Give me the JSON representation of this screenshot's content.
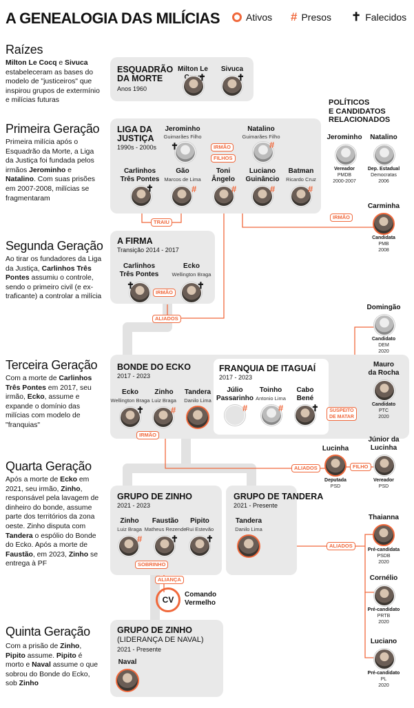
{
  "header": {
    "title": "A GENEALOGIA DAS MILÍCIAS",
    "legend": {
      "ativos": "Ativos",
      "presos": "Presos",
      "falecidos": "Falecidos"
    }
  },
  "colors": {
    "accent": "#f0683b",
    "box": "#e9e9e9"
  },
  "sections": {
    "raizes": {
      "title": "Raízes",
      "d1": "Milton Le Cocq",
      "d2": " e ",
      "d3": "Sivuca",
      "d4": " estabeleceram as bases do modelo de \"justiceiros\" que inspirou grupos de extermínio e milícias futuras"
    },
    "primeira": {
      "title": "Primeira Geração",
      "d1": "Primeira milícia após o Esquadrão da Morte, a Liga da Justiça foi fundada pelos irmãos ",
      "d2": "Jerominho",
      "d3": " e ",
      "d4": "Natalino",
      "d5": ". Com suas prisões em 2007-2008, milícias se fragmentaram"
    },
    "segunda": {
      "title": "Segunda Geração",
      "d1": "Ao tirar os fundadores da Liga da Justiça, ",
      "d2": "Carlinhos Três Pontes",
      "d3": " assumiu o controle, sendo o primeiro civil (e ex-traficante) a controlar a milícia"
    },
    "terceira": {
      "title": "Terceira Geração",
      "d1": "Com a morte de ",
      "d2": "Carlinhos Três Pontes",
      "d3": " em 2017, seu irmão, ",
      "d4": "Ecko",
      "d5": ", assume e expande o domínio das milícias com modelo de \"franquias\""
    },
    "quarta": {
      "title": "Quarta Geração",
      "d1": "Após a morte de ",
      "d2": "Ecko",
      "d3": " em 2021, seu irmão, ",
      "d4": "Zinho",
      "d5": ", responsável pela lavagem de dinheiro do bonde, assume parte dos territórios da zona oeste. Zinho disputa com ",
      "d6": "Tandera",
      "d7": " o espólio do Bonde do Ecko. Após a morte de ",
      "d8": "Faustão",
      "d9": ", em 2023, ",
      "d10": "Zinho",
      "d11": " se entrega à PF"
    },
    "quinta": {
      "title": "Quinta Geração",
      "d1": "Com a prisão de ",
      "d2": "Zinho",
      "d3": ", ",
      "d4": "Pipito",
      "d5": " assume. ",
      "d6": "Pipito",
      "d7": " é morto e ",
      "d8": "Naval",
      "d9": " assume o que sobrou do Bonde do Ecko, sob ",
      "d10": "Zinho"
    }
  },
  "groups": {
    "esquadrao": {
      "name1": "ESQUADRÃO",
      "name2": "DA MORTE",
      "period": "Anos 1960",
      "p1": "Milton Le Cocq",
      "p2": "Sivuca"
    },
    "liga": {
      "name1": "LIGA DA",
      "name2": "JUSTIÇA",
      "period": "1990s - 2000s",
      "jerominho": {
        "n": "Jerominho",
        "s": "Guimarães Filho"
      },
      "natalino": {
        "n": "Natalino",
        "s": "Guimarães Filho"
      },
      "carlinhos": {
        "n1": "Carlinhos",
        "n2": "Três Pontes"
      },
      "gao": {
        "n": "Gão",
        "s": "Marcos de Lima"
      },
      "toni": {
        "n1": "Toni",
        "n2": "Ângelo"
      },
      "luciano": {
        "n1": "Luciano",
        "n2": "Guinâncio"
      },
      "batman": {
        "n": "Batman",
        "s": "Ricardo Cruz"
      }
    },
    "firma": {
      "name": "A FIRMA",
      "period": "Transição 2014 - 2017",
      "carlinhos": {
        "n1": "Carlinhos",
        "n2": "Três Pontes"
      },
      "ecko": {
        "n": "Ecko",
        "s": "Wellington Braga"
      }
    },
    "bonde": {
      "name": "BONDE DO ECKO",
      "period": "2017 - 2023",
      "ecko": {
        "n": "Ecko",
        "s": "Wellington Braga"
      },
      "zinho": {
        "n": "Zinho",
        "s": "Luiz Braga"
      },
      "tandera": {
        "n": "Tandera",
        "s": "Danilo Lima"
      }
    },
    "franquia": {
      "name": "FRANQUIA DE ITAGUAÍ",
      "period": "2017 - 2023",
      "julio": {
        "n1": "Júlio",
        "n2": "Passarinho"
      },
      "toinho": {
        "n": "Toinho",
        "s": "Antonio Lima"
      },
      "cabo": {
        "n1": "Cabo",
        "n2": "Bené"
      }
    },
    "zinho21": {
      "name": "GRUPO DE ZINHO",
      "period": "2021 - 2023",
      "zinho": {
        "n": "Zinho",
        "s": "Luiz Braga"
      },
      "faustao": {
        "n": "Faustão",
        "s": "Matheus Rezende"
      },
      "pipito": {
        "n": "Pipito",
        "s": "Rui Estevão"
      }
    },
    "tandera": {
      "name": "GRUPO DE TANDERA",
      "period": "2021 - Presente",
      "tandera": {
        "n": "Tandera",
        "s": "Danilo Lima"
      }
    },
    "zinho_naval": {
      "name1": "GRUPO DE ZINHO",
      "name2": "(LIDERANÇA DE NAVAL)",
      "period": "2021 - Presente",
      "naval": {
        "n": "Naval"
      }
    },
    "cv": {
      "abbr": "CV",
      "n1": "Comando",
      "n2": "Vermelho"
    }
  },
  "politicos": {
    "title1": "POLÍTICOS",
    "title2": "E CANDIDATOS",
    "title3": "RELACIONADOS",
    "jerominho": {
      "n": "Jerominho",
      "r": "Vereador",
      "p": "PMDB",
      "y": "2000-2007"
    },
    "natalino": {
      "n": "Natalino",
      "r": "Dep. Estadual",
      "p": "Democratas",
      "y": "2006"
    },
    "carminha": {
      "n": "Carminha",
      "r": "Candidata",
      "p": "PMB",
      "y": "2008"
    },
    "domingao": {
      "n": "Domingão",
      "r": "Candidato",
      "p": "DEM",
      "y": "2020"
    },
    "mauro": {
      "n1": "Mauro",
      "n2": "da Rocha",
      "r": "Candidato",
      "p": "PTC",
      "y": "2020"
    },
    "lucinha": {
      "n": "Lucinha",
      "r": "Deputada",
      "p": "PSD"
    },
    "junior": {
      "n1": "Júnior da",
      "n2": "Lucinha",
      "r": "Vereador",
      "p": "PSD"
    },
    "thaianna": {
      "n": "Thaianna",
      "r": "Pré-candidata",
      "p": "PSDB",
      "y": "2020"
    },
    "cornelio": {
      "n": "Cornélio",
      "r": "Pré-candidato",
      "p": "PRTB",
      "y": "2020"
    },
    "luciano": {
      "n": "Luciano",
      "r": "Pré-candidato",
      "p": "PL",
      "y": "2020"
    }
  },
  "links": {
    "irmao": "IRMÃO",
    "filhos": "FILHOS",
    "traiu": "TRAIU",
    "aliados": "ALIADOS",
    "suspeito1": "SUSPEITO",
    "suspeito2": "DE MATAR",
    "filho": "FILHO",
    "sobrinho": "SOBRINHO",
    "alianca": "ALIANÇA"
  }
}
